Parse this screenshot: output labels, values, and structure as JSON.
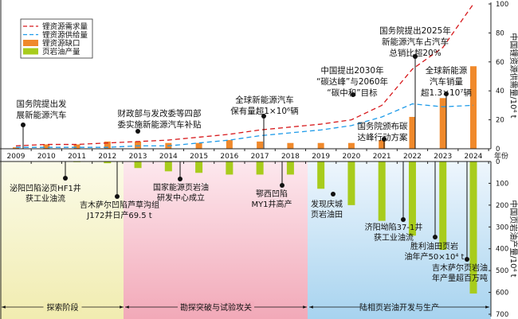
{
  "chart_data": {
    "type": "bar",
    "x": [
      2009,
      2010,
      2011,
      2012,
      2013,
      2014,
      2015,
      2016,
      2017,
      2018,
      2019,
      2020,
      2021,
      2022,
      2023,
      2024
    ],
    "xlabel": "年份",
    "upper": {
      "ylabel": "中国锂资源供需量/10⁴ t",
      "ylim": [
        0,
        100
      ],
      "ticks": [
        0,
        20,
        40,
        60,
        80,
        100
      ],
      "series": [
        {
          "name": "锂资源需求量",
          "type": "line",
          "color": "#d7191c",
          "values": [
            2,
            3,
            3,
            4,
            5,
            6,
            8,
            10,
            13,
            15,
            17,
            20,
            30,
            55,
            70,
            100
          ]
        },
        {
          "name": "锂资源供给量",
          "type": "line",
          "color": "#1e9be9",
          "values": [
            1,
            1,
            1,
            1,
            2,
            2,
            4,
            6,
            9,
            11,
            13,
            16,
            22,
            31,
            29,
            30
          ]
        },
        {
          "name": "锂资源缺口",
          "type": "bar",
          "color": "#f0892b",
          "values": [
            1,
            3,
            3,
            5,
            5,
            4,
            4,
            6,
            5,
            4,
            4,
            4,
            6,
            22,
            35,
            57
          ]
        }
      ]
    },
    "lower": {
      "ylabel": "中国页岩油产量/10⁴ t",
      "ylim": [
        0,
        700
      ],
      "ticks": [
        0,
        100,
        200,
        300,
        400,
        500,
        600,
        700
      ],
      "series": [
        {
          "name": "页岩油产量",
          "type": "bar",
          "color": "#a8cc1c",
          "values": [
            0,
            0,
            3,
            8,
            30,
            45,
            52,
            60,
            60,
            60,
            125,
            200,
            272,
            340,
            405,
            605
          ]
        }
      ]
    },
    "legend": [
      "锂资源需求量",
      "锂资源供给量",
      "锂资源缺口",
      "页岩油产量"
    ],
    "legend_position": "top-left",
    "upper_annotations": [
      {
        "year": 2009,
        "lines": [
          "国务院提出发",
          "展新能源汽车"
        ]
      },
      {
        "year": 2013,
        "lines": [
          "财政部与发改委等四部",
          "委实施新能源汽车补贴"
        ]
      },
      {
        "year": 2017,
        "lines": [
          "全球新能源汽车",
          "保有量超1×10⁶辆"
        ]
      },
      {
        "year": 2020,
        "lines": [
          "中国提出2030年",
          "“碳达峰”与2060年",
          "“碳中和”目标"
        ]
      },
      {
        "year": 2021,
        "lines": [
          "国务院颁布碳",
          "达峰行动方案"
        ]
      },
      {
        "year": 2022,
        "lines": [
          "国务院提出2025年",
          "新能源汽车占汽车",
          "总销比超20%"
        ]
      },
      {
        "year": 2023,
        "lines": [
          "全球新能源",
          "汽车销量",
          "超1.3×10⁷辆"
        ]
      }
    ],
    "lower_annotations": [
      {
        "year": 2010,
        "lines": [
          "泌阳凹陷泌页HF1井",
          "获工业油流"
        ]
      },
      {
        "year": 2012,
        "lines": [
          "吉木萨尔凹陷芦草沟组",
          "J172井日产69.5 t"
        ]
      },
      {
        "year": 2014,
        "lines": [
          "国家能源页岩油",
          "研发中心成立"
        ]
      },
      {
        "year": 2018,
        "lines": [
          "鄂西凹陷",
          "MY1井高产"
        ]
      },
      {
        "year": 2019,
        "lines": [
          "发现庆城",
          "页岩油田"
        ]
      },
      {
        "year": 2021,
        "lines": [
          "济阳坳陷37-1井",
          "获工业油流"
        ]
      },
      {
        "year": 2022,
        "lines": [
          "胜利油田页岩",
          "油年产50×10⁴ t"
        ]
      },
      {
        "year": 2023,
        "lines": [
          "吉木萨尔页岩油",
          "年产量超百万吨"
        ]
      }
    ],
    "stages": [
      "探索阶段",
      "勘探突破与试验攻关",
      "陆相页岩油开发与生产"
    ]
  }
}
